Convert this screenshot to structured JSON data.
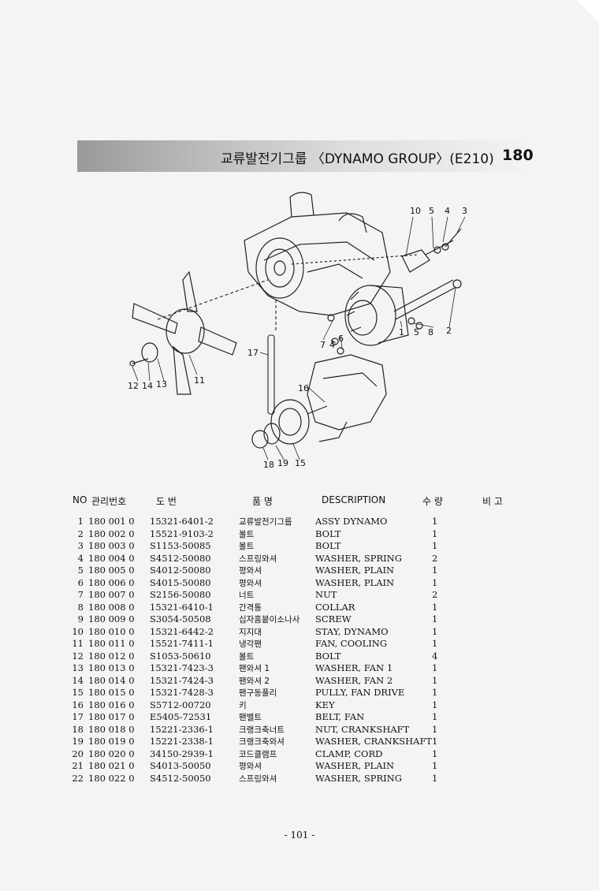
{
  "header": {
    "title": "교류발전기그룹 〈DYNAMO GROUP〉(E210)",
    "number": "180"
  },
  "diagram": {
    "callouts": [
      "10",
      "5",
      "4",
      "3",
      "1",
      "5",
      "8",
      "2",
      "7",
      "4",
      "6",
      "17",
      "11",
      "12",
      "14",
      "13",
      "16",
      "18",
      "19",
      "15"
    ]
  },
  "columns": {
    "no": "NO",
    "code": "관리번호",
    "drawing": "도    번",
    "name": "품    명",
    "description": "DESCRIPTION",
    "qty": "수  량",
    "remark": "비  고"
  },
  "parts": [
    {
      "no": "1",
      "code": "180  001  0",
      "part": "15321-6401-2",
      "kr": "교류발전기그룹",
      "desc": "ASSY DYNAMO",
      "qty": "1"
    },
    {
      "no": "2",
      "code": "180  002  0",
      "part": "15521-9103-2",
      "kr": "볼트",
      "desc": "BOLT",
      "qty": "1"
    },
    {
      "no": "3",
      "code": "180  003  0",
      "part": "S1153-50085",
      "kr": "볼트",
      "desc": "BOLT",
      "qty": "1"
    },
    {
      "no": "4",
      "code": "180  004  0",
      "part": "S4512-50080",
      "kr": "스프링와셔",
      "desc": "WASHER, SPRING",
      "qty": "2"
    },
    {
      "no": "5",
      "code": "180  005  0",
      "part": "S4012-50080",
      "kr": "평와셔",
      "desc": "WASHER, PLAIN",
      "qty": "1"
    },
    {
      "no": "6",
      "code": "180  006  0",
      "part": "S4015-50080",
      "kr": "평와셔",
      "desc": "WASHER, PLAIN",
      "qty": "1"
    },
    {
      "no": "7",
      "code": "180  007  0",
      "part": "S2156-50080",
      "kr": "너트",
      "desc": "NUT",
      "qty": "2"
    },
    {
      "no": "8",
      "code": "180  008  0",
      "part": "15321-6410-1",
      "kr": "간격통",
      "desc": "COLLAR",
      "qty": "1"
    },
    {
      "no": "9",
      "code": "180  009  0",
      "part": "S3054-50508",
      "kr": "십자홈붙이소나사",
      "desc": "SCREW",
      "qty": "1"
    },
    {
      "no": "10",
      "code": "180  010  0",
      "part": "15321-6442-2",
      "kr": "지지대",
      "desc": "STAY, DYNAMO",
      "qty": "1"
    },
    {
      "no": "11",
      "code": "180  011  0",
      "part": "15521-7411-1",
      "kr": "냉각팬",
      "desc": "FAN, COOLING",
      "qty": "1"
    },
    {
      "no": "12",
      "code": "180  012  0",
      "part": "S1053-50610",
      "kr": "볼트",
      "desc": "BOLT",
      "qty": "4"
    },
    {
      "no": "13",
      "code": "180  013  0",
      "part": "15321-7423-3",
      "kr": "팬와셔 1",
      "desc": "WASHER, FAN 1",
      "qty": "1"
    },
    {
      "no": "14",
      "code": "180  014  0",
      "part": "15321-7424-3",
      "kr": "팬와셔 2",
      "desc": "WASHER, FAN 2",
      "qty": "1"
    },
    {
      "no": "15",
      "code": "180  015  0",
      "part": "15321-7428-3",
      "kr": "팬구동풀리",
      "desc": "PULLY, FAN DRIVE",
      "qty": "1"
    },
    {
      "no": "16",
      "code": "180  016  0",
      "part": "S5712-00720",
      "kr": "키",
      "desc": "KEY",
      "qty": "1"
    },
    {
      "no": "17",
      "code": "180  017  0",
      "part": "E5405-72531",
      "kr": "팬밸트",
      "desc": "BELT, FAN",
      "qty": "1"
    },
    {
      "no": "18",
      "code": "180  018  0",
      "part": "15221-2336-1",
      "kr": "크랭크축너트",
      "desc": "NUT, CRANKSHAFT",
      "qty": "1"
    },
    {
      "no": "19",
      "code": "180  019  0",
      "part": "15221-2338-1",
      "kr": "크랭크축와셔",
      "desc": "WASHER, CRANKSHAFT",
      "qty": "1"
    },
    {
      "no": "20",
      "code": "180  020  0",
      "part": "34150-2939-1",
      "kr": "코드클램프",
      "desc": "CLAMP, CORD",
      "qty": "1"
    },
    {
      "no": "21",
      "code": "180  021  0",
      "part": "S4013-50050",
      "kr": "평와셔",
      "desc": "WASHER, PLAIN",
      "qty": "1"
    },
    {
      "no": "22",
      "code": "180  022  0",
      "part": "S4512-50050",
      "kr": "스프링와셔",
      "desc": "WASHER, SPRING",
      "qty": "1"
    }
  ],
  "footer": {
    "page": "- 101 -"
  }
}
